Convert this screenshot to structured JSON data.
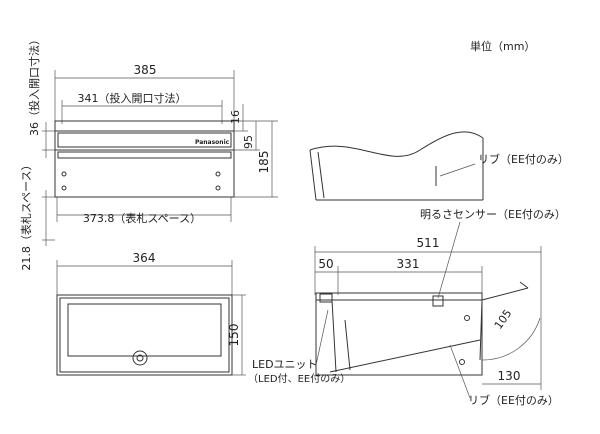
{
  "unit_label": "単位（mm）",
  "front_top": {
    "width_overall": "385",
    "opening_width": "341（投入開口寸法）",
    "opening_height_vertical": "36（投入開口寸法）",
    "flap_height": "16",
    "panel_height": "95",
    "total_height": "185",
    "nameplate_width": "373.8（表札スペース）",
    "nameplate_side": "21.8（表札スペース）",
    "brand": "Panasonic"
  },
  "side_top": {
    "rib_label": "リブ（EE付のみ）"
  },
  "front_bottom": {
    "width": "364",
    "height": "150"
  },
  "side_bottom": {
    "depth_total": "511",
    "depth_front": "50",
    "depth_body": "331",
    "sensor_label": "明るさセンサー（EE付のみ）",
    "angle_dim": "105",
    "rear_dim": "130",
    "led_label_1": "LEDユニット",
    "led_label_2": "（LED付、EE付のみ）",
    "rib_label": "リブ（EE付のみ）"
  }
}
